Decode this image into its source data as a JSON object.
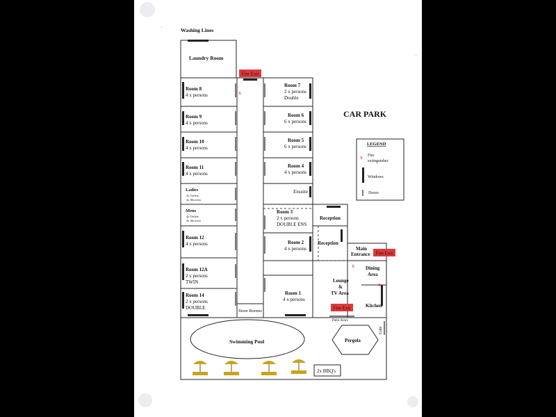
{
  "washing_lines": "Washing Lines",
  "car_park": "CAR PARK",
  "fire_exit": "Fire Exit",
  "rooms": {
    "laundry": {
      "name": "Laundry Room"
    },
    "room8": {
      "name": "Room 8",
      "line1": "4 x persons"
    },
    "room9": {
      "name": "Room 9",
      "line1": "4 x persons"
    },
    "room10": {
      "name": "Room 10",
      "line1": "4 x persons"
    },
    "room11": {
      "name": "Room 11",
      "line1": "4 x persons"
    },
    "ladies": {
      "name": "Ladies",
      "line1": "4x Toilets",
      "line2": "4x Showers"
    },
    "mens": {
      "name": "Mens",
      "line1": "4x Toilets",
      "line2": "4x Showers"
    },
    "room12": {
      "name": "Room 12",
      "line1": "4 x persons"
    },
    "room12a": {
      "name": "Room 12A",
      "line1": "2 x persons",
      "line2": "TWIN"
    },
    "room14": {
      "name": "Room 14",
      "line1": "2 x persons",
      "line2": "DOUBLE"
    },
    "room7": {
      "name": "Room 7",
      "line1": "2 x persons",
      "line2": "Double"
    },
    "room6": {
      "name": "Room 6",
      "line1": "6 x persons"
    },
    "room5": {
      "name": "Room 5",
      "line1": "6 x persons"
    },
    "room4": {
      "name": "Room 4",
      "line1": "4 x persons"
    },
    "ensuite": {
      "name": "Ensuite"
    },
    "room3": {
      "name": "Room 3",
      "line1": "2 x persons",
      "line2": "DOUBLE ENS"
    },
    "room2": {
      "name": "Room 2",
      "line1": "4 x persons"
    },
    "room1": {
      "name": "Room 1",
      "line1": "4 x persons"
    },
    "store": {
      "name": "Store Rooms"
    },
    "reception1": {
      "name": "Reception"
    },
    "reception2": {
      "name": "Reception"
    },
    "main_entrance": {
      "line1": "Main",
      "line2": "Entrance"
    },
    "lounge": {
      "line1": "Lounge",
      "line2": "&",
      "line3": "TV Area"
    },
    "dining": {
      "line1": "Dining",
      "line2": "Area"
    },
    "kitchen": {
      "name": "Kitchen"
    },
    "patio": {
      "name": "Patio doors"
    },
    "gate": {
      "name": "Gate"
    },
    "pool": {
      "name": "Swimming Pool"
    },
    "pergola": {
      "name": "Pergola"
    },
    "bbq": {
      "name": "2x BBQ's"
    }
  },
  "legend": {
    "title": "LEGEND",
    "extinguisher_mark": "x",
    "extinguisher_line1": "Fire",
    "extinguisher_line2": "extinguisher",
    "windows": "Windows",
    "doors": "Doors"
  },
  "colors": {
    "fire_exit": "#e0393b",
    "wall": "#222222",
    "umbrella": "#c9a21a",
    "extinguisher": "#d42020"
  }
}
